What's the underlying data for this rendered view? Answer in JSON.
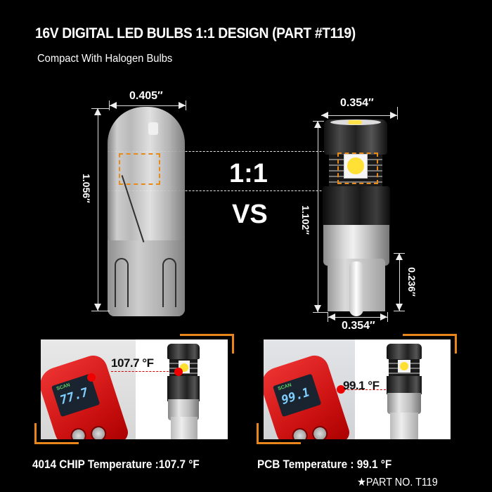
{
  "header": {
    "title": "16V DIGITAL LED BULBS 1:1 DESIGN (PART #T119)",
    "subtitle": "Compact With  Halogen Bulbs"
  },
  "comparison": {
    "ratio_label": "1:1",
    "vs_label": "VS",
    "halogen_bulb": {
      "width_label": "0.405″",
      "height_label": "1.056″"
    },
    "led_bulb": {
      "head_width_label": "0.354″",
      "height_label": "1.102″",
      "base_height_label": "0.236″",
      "base_width_label": "0.354″"
    }
  },
  "temperature_tests": [
    {
      "callout": "107.7 °F",
      "gun_display": "77.7",
      "gun_mode": "SCAN",
      "caption": "4014 CHIP Temperature :107.7 °F"
    },
    {
      "callout": "99.1 °F",
      "gun_display": "99.1",
      "gun_mode": "SCAN",
      "caption": "PCB Temperature : 99.1 °F"
    }
  ],
  "footer": {
    "part_number": "★PART NO. T119"
  },
  "colors": {
    "background": "#000000",
    "accent_orange": "#e8861b",
    "measure_red": "#dd0000",
    "led_yellow": "#ffe035"
  }
}
